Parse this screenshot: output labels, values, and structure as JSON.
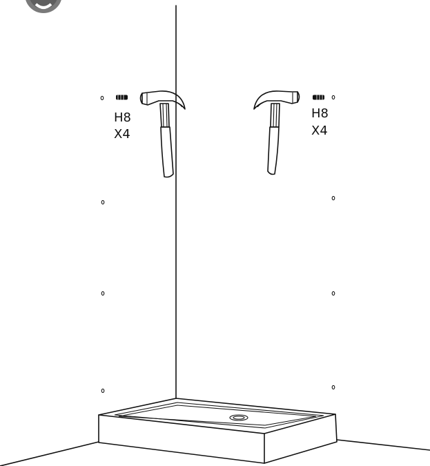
{
  "step": {
    "icon": "step-number-badge"
  },
  "left_fastener": {
    "code": "H8",
    "quantity": "X4",
    "icon": "screw-anchor-icon"
  },
  "right_fastener": {
    "code": "H8",
    "quantity": "X4",
    "icon": "screw-anchor-icon"
  },
  "tools": [
    "hammer-icon",
    "hammer-icon"
  ],
  "drill_holes": {
    "left_wall": 4,
    "right_wall": 4
  }
}
